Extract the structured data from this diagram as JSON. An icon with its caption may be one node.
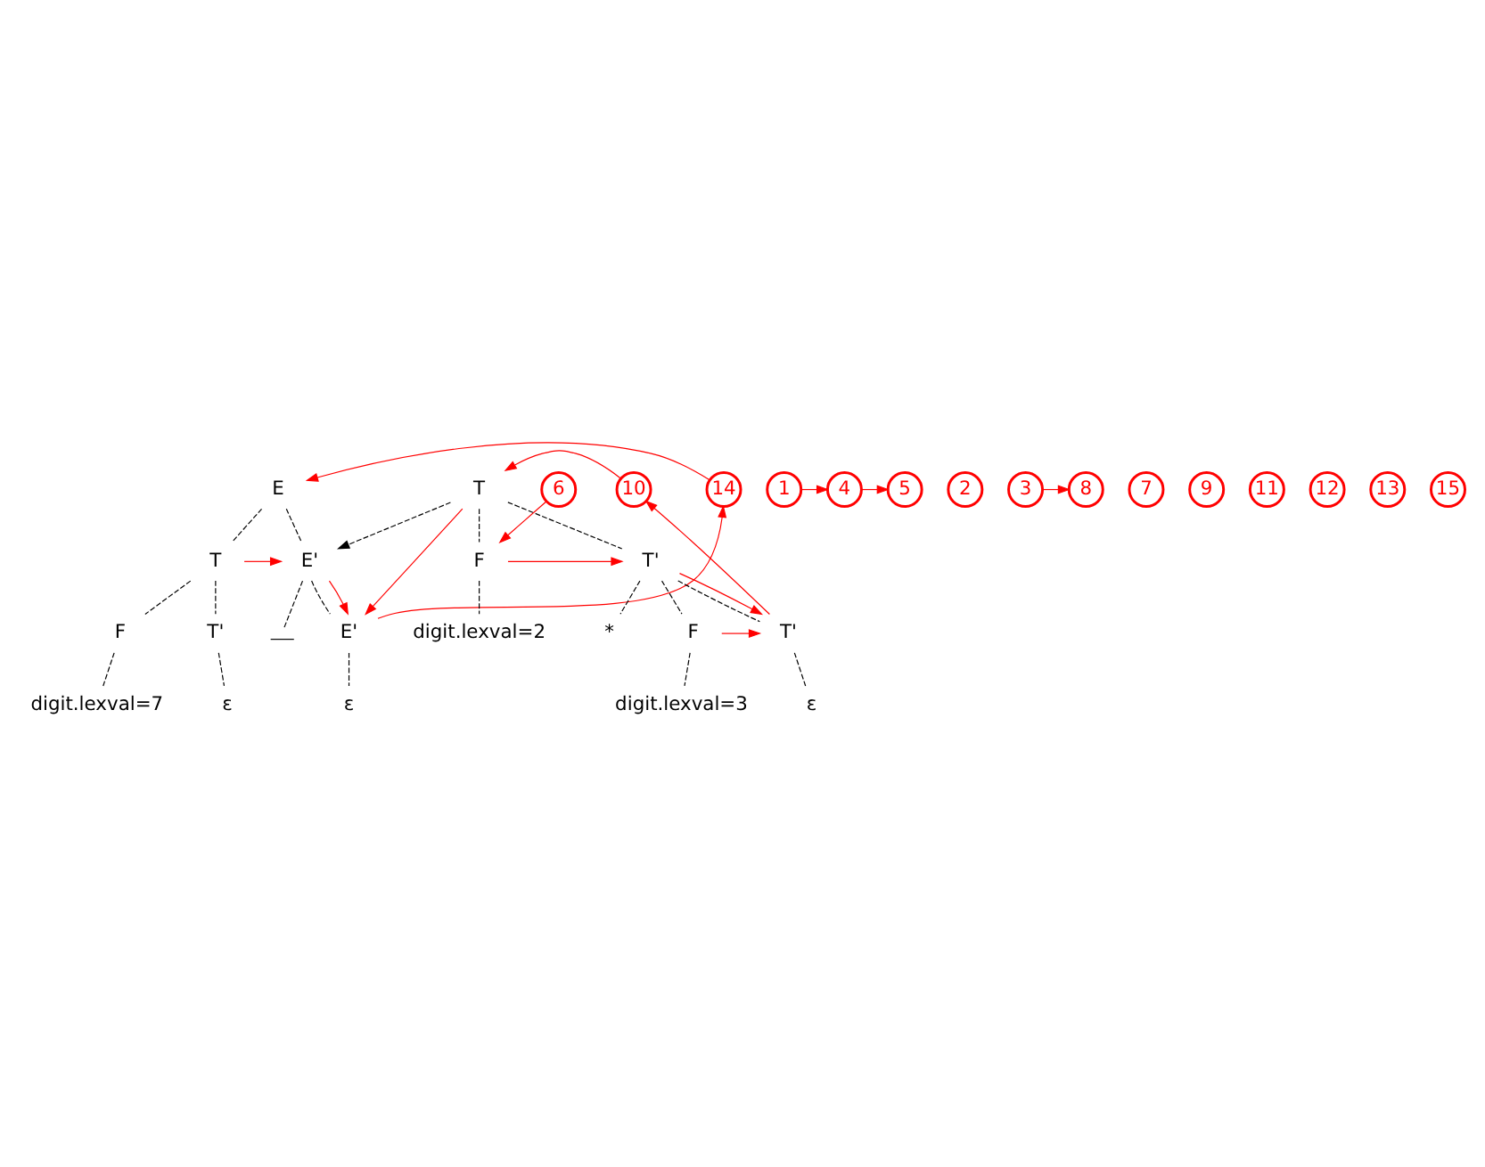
{
  "diagram": {
    "nodes": [
      {
        "text": [
          "E"
        ]
      },
      {
        "text": [
          "T"
        ]
      },
      {
        "text": [
          "E'"
        ]
      },
      {
        "text": [
          "F"
        ]
      },
      {
        "text": [
          "T'"
        ]
      },
      {
        "text": [
          "digit.lexval=7"
        ]
      },
      {
        "text": [
          "ε"
        ]
      },
      {
        "text": [],
        "shape": "bar"
      },
      {
        "text": [
          "T"
        ]
      },
      {
        "text": [
          "E'"
        ]
      },
      {
        "text": [
          "F"
        ]
      },
      {
        "text": [
          "T'"
        ]
      },
      {
        "text": [
          "digit.lexval=2"
        ]
      },
      {
        "text": [
          "*"
        ]
      },
      {
        "text": [
          "F"
        ]
      },
      {
        "text": [
          "T'"
        ]
      },
      {
        "text": [
          "digit.lexval=3"
        ]
      },
      {
        "text": [
          "ε"
        ]
      },
      {
        "text": [
          "ε"
        ]
      },
      {
        "text": [
          "1"
        ]
      },
      {
        "text": [
          "2"
        ]
      },
      {
        "text": [
          "3"
        ]
      },
      {
        "text": [
          "4"
        ]
      },
      {
        "text": [
          "5"
        ]
      },
      {
        "text": [
          "6"
        ]
      },
      {
        "text": [
          "7"
        ]
      },
      {
        "text": [
          "8"
        ]
      },
      {
        "text": [
          "9"
        ]
      },
      {
        "text": [
          "10"
        ]
      },
      {
        "text": [
          "11"
        ]
      },
      {
        "text": [
          "12"
        ]
      },
      {
        "text": [
          "13"
        ]
      },
      {
        "text": [
          "14"
        ]
      },
      {
        "text": [
          "15"
        ]
      }
    ],
    "edges": [
      {
        "from": 0,
        "to": 1,
        "arrow": "none",
        "style": "dashed"
      },
      {
        "from": 0,
        "to": 2,
        "arrow": "none",
        "style": "dashed"
      },
      {
        "from": 1,
        "to": 3,
        "arrow": "none",
        "style": "dashed"
      },
      {
        "from": 1,
        "to": 4,
        "arrow": "none",
        "style": "dashed"
      },
      {
        "from": 3,
        "to": 5,
        "arrow": "none",
        "style": "dashed"
      },
      {
        "from": 4,
        "to": 6,
        "arrow": "none",
        "style": "dashed"
      },
      {
        "from": 2,
        "to": 7,
        "arrow": "none",
        "style": "dashed"
      },
      {
        "from": 8,
        "to": 2,
        "arrow": "to",
        "style": "dashed"
      },
      {
        "from": 2,
        "to": 9,
        "arrow": "none",
        "style": "dashed"
      },
      {
        "from": 8,
        "to": 10,
        "arrow": "none",
        "style": "dashed"
      },
      {
        "from": 8,
        "to": 11,
        "arrow": "none",
        "style": "dashed"
      },
      {
        "from": 10,
        "to": 12,
        "arrow": "none",
        "style": "dashed"
      },
      {
        "from": 11,
        "to": 13,
        "arrow": "none",
        "style": "dashed"
      },
      {
        "from": 11,
        "to": 14,
        "arrow": "none",
        "style": "dashed"
      },
      {
        "from": 11,
        "to": 15,
        "arrow": "none",
        "style": "dashed"
      },
      {
        "from": 14,
        "to": 16,
        "arrow": "none",
        "style": "dashed"
      },
      {
        "from": 15,
        "to": 17,
        "arrow": "none",
        "style": "dashed"
      },
      {
        "from": 9,
        "to": 18,
        "arrow": "none",
        "style": "dashed"
      },
      {
        "from": 19,
        "to": 22,
        "arrow": "to",
        "color": "#ff0000"
      },
      {
        "from": 22,
        "to": 23,
        "arrow": "to",
        "color": "#ff0000"
      },
      {
        "from": 1,
        "to": 2,
        "arrow": "to",
        "color": "#ff0000"
      },
      {
        "from": 24,
        "to": 10,
        "arrow": "to",
        "color": "#ff0000"
      },
      {
        "from": 10,
        "to": 11,
        "arrow": "to",
        "color": "#ff0000"
      },
      {
        "from": 21,
        "to": 26,
        "arrow": "to",
        "color": "#ff0000"
      },
      {
        "from": 14,
        "to": 15,
        "arrow": "to",
        "color": "#ff0000"
      },
      {
        "from": 11,
        "to": 15,
        "arrow": "to",
        "color": "#ff0000"
      },
      {
        "from": 15,
        "to": 28,
        "arrow": "to",
        "color": "#ff0000"
      },
      {
        "from": 28,
        "to": 8,
        "arrow": "to",
        "color": "#ff0000"
      },
      {
        "from": 8,
        "to": 9,
        "arrow": "to",
        "color": "#ff0000"
      },
      {
        "from": 2,
        "to": 9,
        "arrow": "to",
        "color": "#ff0000"
      },
      {
        "from": 9,
        "to": 32,
        "arrow": "to",
        "color": "#ff0000"
      },
      {
        "from": 32,
        "to": 0,
        "arrow": "to",
        "color": "#ff0000"
      }
    ]
  }
}
